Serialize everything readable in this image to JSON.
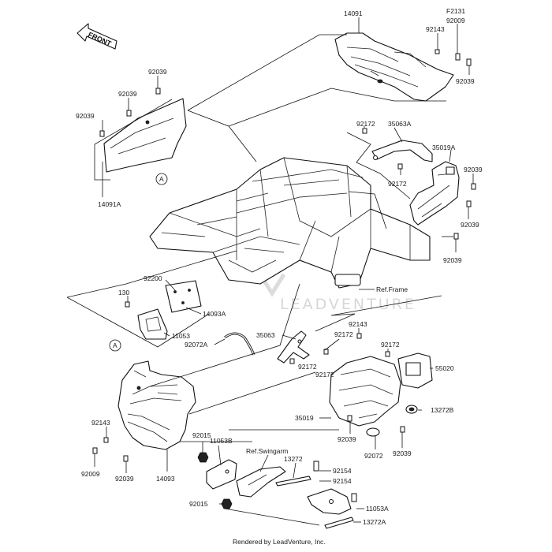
{
  "front_label": "FRONT",
  "watermark": "LEADVENTURE",
  "footer": "Rendered by LeadVenture, Inc.",
  "callouts": [
    {
      "id": "F2131",
      "text": "F2131"
    },
    {
      "id": "92009a",
      "text": "92009"
    },
    {
      "id": "92143a",
      "text": "92143"
    },
    {
      "id": "14091",
      "text": "14091"
    },
    {
      "id": "92039a",
      "text": "92039"
    },
    {
      "id": "92039b",
      "text": "92039"
    },
    {
      "id": "92039c",
      "text": "92039"
    },
    {
      "id": "92039d",
      "text": "92039"
    },
    {
      "id": "92172a",
      "text": "92172"
    },
    {
      "id": "35063A",
      "text": "35063A"
    },
    {
      "id": "35019A",
      "text": "35019A"
    },
    {
      "id": "92039e",
      "text": "92039"
    },
    {
      "id": "92172b",
      "text": "92172"
    },
    {
      "id": "92039f",
      "text": "92039"
    },
    {
      "id": "92039g",
      "text": "92039"
    },
    {
      "id": "14091A",
      "text": "14091A"
    },
    {
      "id": "A1",
      "text": "A"
    },
    {
      "id": "RefFrame",
      "text": "Ref.Frame"
    },
    {
      "id": "92200",
      "text": "92200"
    },
    {
      "id": "130",
      "text": "130"
    },
    {
      "id": "14093A",
      "text": "14093A"
    },
    {
      "id": "11053",
      "text": "11053"
    },
    {
      "id": "92072A",
      "text": "92072A"
    },
    {
      "id": "35063",
      "text": "35063"
    },
    {
      "id": "92143b",
      "text": "92143"
    },
    {
      "id": "92172c",
      "text": "92172"
    },
    {
      "id": "92172d",
      "text": "92172"
    },
    {
      "id": "92172e",
      "text": "92172"
    },
    {
      "id": "92172f",
      "text": "92172"
    },
    {
      "id": "55020",
      "text": "55020"
    },
    {
      "id": "35019",
      "text": "35019"
    },
    {
      "id": "13272B",
      "text": "13272B"
    },
    {
      "id": "A2",
      "text": "A"
    },
    {
      "id": "92143c",
      "text": "92143"
    },
    {
      "id": "92009b",
      "text": "92009"
    },
    {
      "id": "92039h",
      "text": "92039"
    },
    {
      "id": "14093",
      "text": "14093"
    },
    {
      "id": "92015a",
      "text": "92015"
    },
    {
      "id": "11053B",
      "text": "11053B"
    },
    {
      "id": "RefSwingarm",
      "text": "Ref.Swingarm"
    },
    {
      "id": "13272",
      "text": "13272"
    },
    {
      "id": "92154a",
      "text": "92154"
    },
    {
      "id": "92154b",
      "text": "92154"
    },
    {
      "id": "11053A",
      "text": "11053A"
    },
    {
      "id": "92015b",
      "text": "92015"
    },
    {
      "id": "13272A",
      "text": "13272A"
    },
    {
      "id": "92039i",
      "text": "92039"
    },
    {
      "id": "92072",
      "text": "92072"
    },
    {
      "id": "92039j",
      "text": "92039"
    }
  ]
}
